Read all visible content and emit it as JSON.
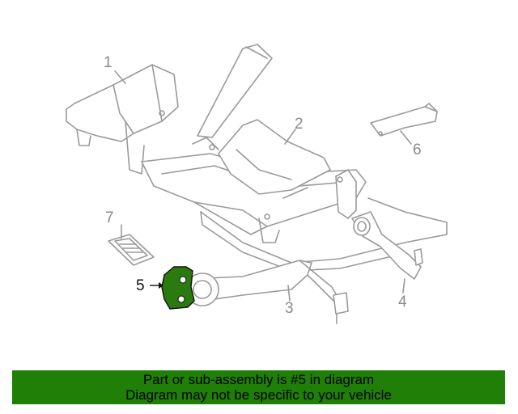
{
  "diagram": {
    "callouts": [
      {
        "id": "1",
        "label": "1"
      },
      {
        "id": "2",
        "label": "2"
      },
      {
        "id": "3",
        "label": "3"
      },
      {
        "id": "4",
        "label": "4"
      },
      {
        "id": "5",
        "label": "5"
      },
      {
        "id": "6",
        "label": "6"
      },
      {
        "id": "7",
        "label": "7"
      }
    ],
    "highlighted_part": "5",
    "highlight_color": "#2a7a10",
    "line_color": "#9a9a9a"
  },
  "banner": {
    "line1": "Part or sub-assembly is #5 in diagram",
    "line2": "Diagram may not be specific to your vehicle",
    "background": "#1f7f06"
  }
}
